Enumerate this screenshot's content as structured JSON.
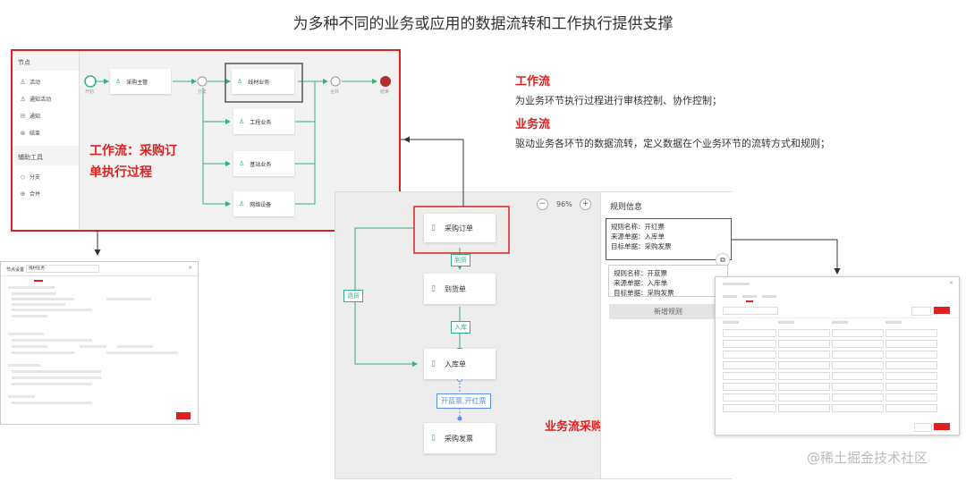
{
  "title": "为多种不同的业务或应用的数据流转和工作执行提供支撑",
  "workflow": {
    "sidebar": {
      "nodes_header": "节点",
      "items": [
        {
          "label": "活动",
          "icon": "person-icon"
        },
        {
          "label": "通知活动",
          "icon": "person-icon"
        },
        {
          "label": "通知",
          "icon": "mail-icon"
        },
        {
          "label": "结束",
          "icon": "stop-icon"
        }
      ],
      "tools_header": "辅助工具",
      "tools": [
        {
          "label": "分支",
          "icon": "branch-icon"
        },
        {
          "label": "合并",
          "icon": "merge-icon"
        }
      ]
    },
    "start_label": "开始",
    "branch_label": "分支",
    "merge_label": "合并",
    "end_label": "结束",
    "nodes": {
      "purchase": "采购主管",
      "line": "线材业务",
      "eng": "工程业务",
      "base": "基站业务",
      "net": "网络设备"
    },
    "caption": [
      "工作流：采购订",
      "单执行过程"
    ]
  },
  "desc": {
    "wf_heading": "工作流",
    "wf_text": "为业务环节执行过程进行审核控制、协作控制；",
    "biz_heading": "业务流",
    "biz_text": "驱动业务各环节的数据流转，定义数据在个业务环节的流转方式和规则；"
  },
  "dataflow": {
    "zoom": "96%",
    "nodes": {
      "order": "采购订单",
      "arrive": "到货单",
      "stock": "入库单",
      "invoice": "采购发票"
    },
    "tags": {
      "arrive": "到货",
      "stock": "入库",
      "return": "退货",
      "invoice": "开蓝票,开红票"
    },
    "caption": "业务流采购业务数据流转",
    "rules": {
      "title": "规则信息",
      "cards": [
        [
          "规则名称：开红票",
          "来源单据：入库单",
          "目标单据：采购发票"
        ],
        [
          "规则名称：开蓝票",
          "来源单据：入库单",
          "目标单据：采购发票"
        ]
      ],
      "new_button": "新增规则"
    }
  },
  "settings": {
    "title": "节点设置",
    "node_name": "线材业务"
  },
  "watermark": "@稀土掘金技术社区"
}
